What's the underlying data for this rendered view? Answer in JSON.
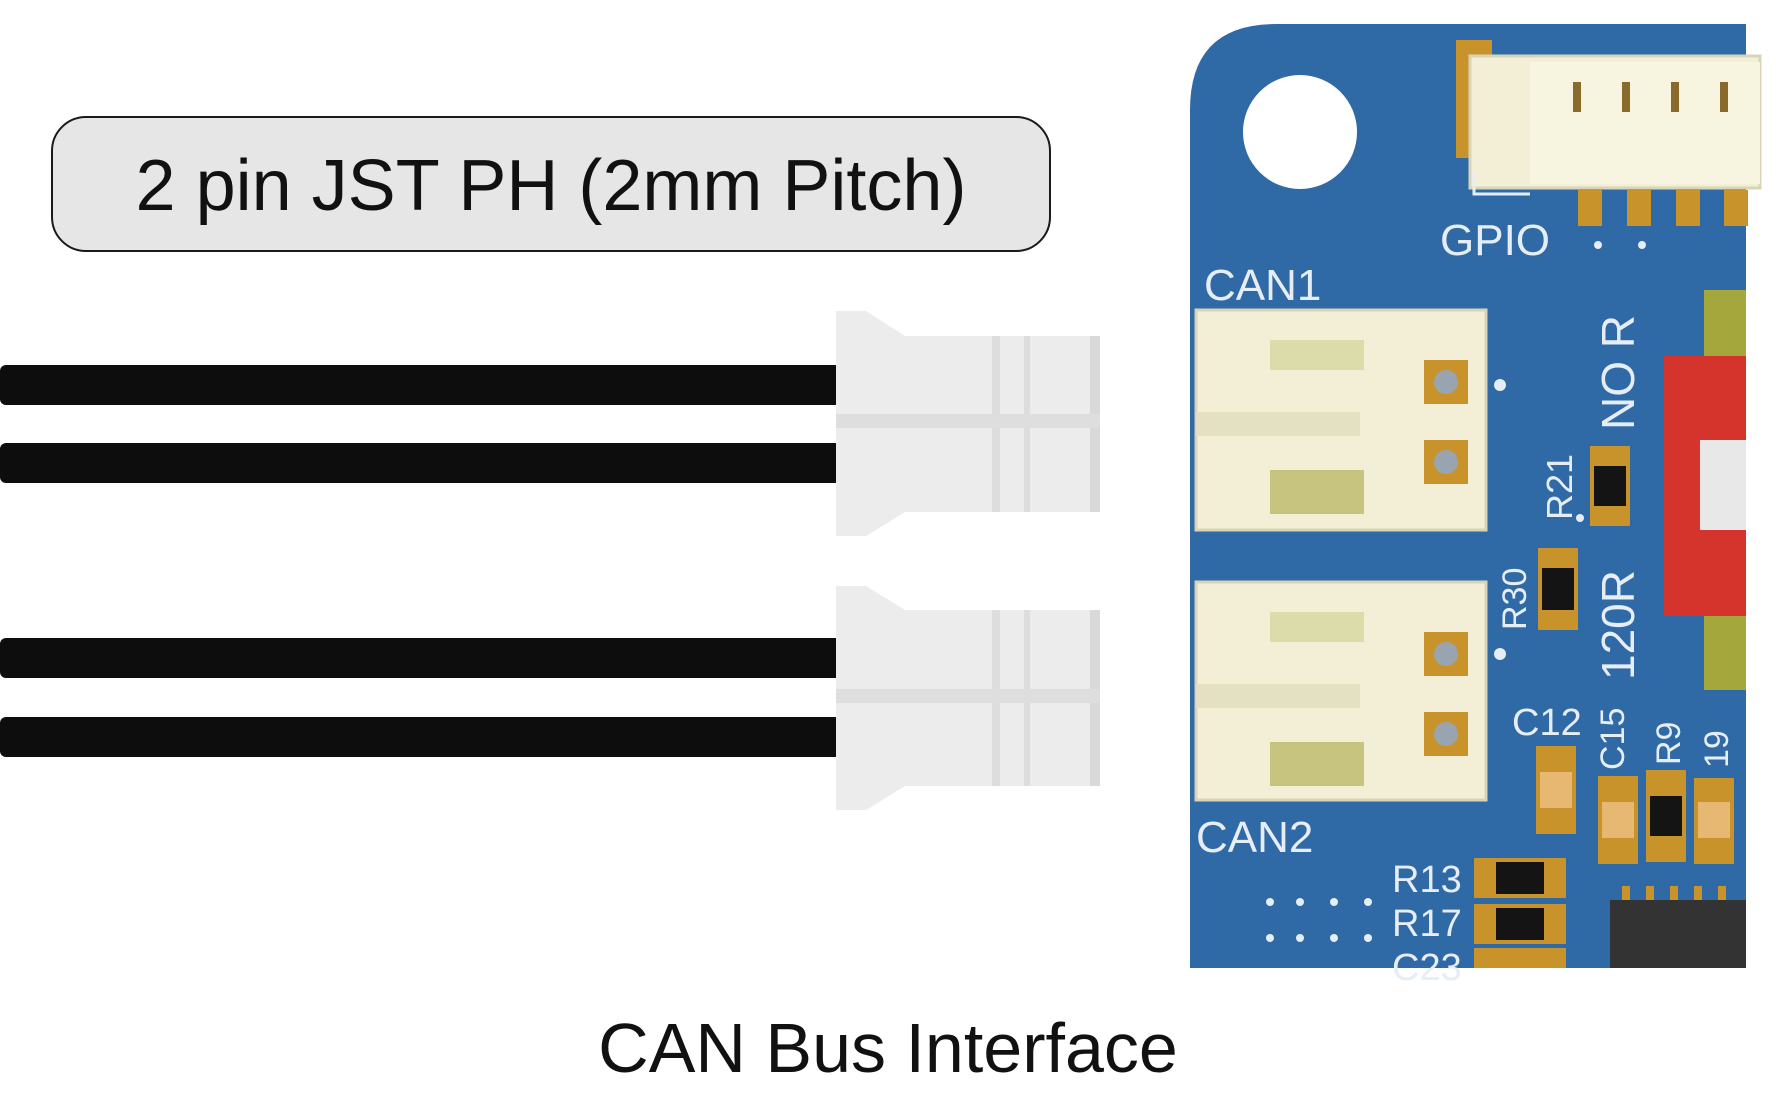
{
  "title_label": "2 pin JST PH (2mm Pitch)",
  "caption": "CAN Bus Interface",
  "board": {
    "silkscreen": {
      "gpio": "GPIO",
      "can1": "CAN1",
      "can2": "CAN2",
      "no_r": "NO R",
      "r120": "120R",
      "r21": "R21",
      "r30": "R30",
      "c12": "C12",
      "c15": "C15",
      "r9": "R9",
      "c19": "19",
      "r13": "R13",
      "r17": "R17",
      "c23": "C23"
    }
  },
  "colors": {
    "pcb_blue": "#2f6aa6",
    "connector_cream": "#f2efd6",
    "plug_white": "#ececec",
    "wire_black": "#0d0d0d",
    "switch_red": "#d4342c",
    "pad_gold": "#c8932a",
    "label_bg": "#e6e6e6"
  }
}
